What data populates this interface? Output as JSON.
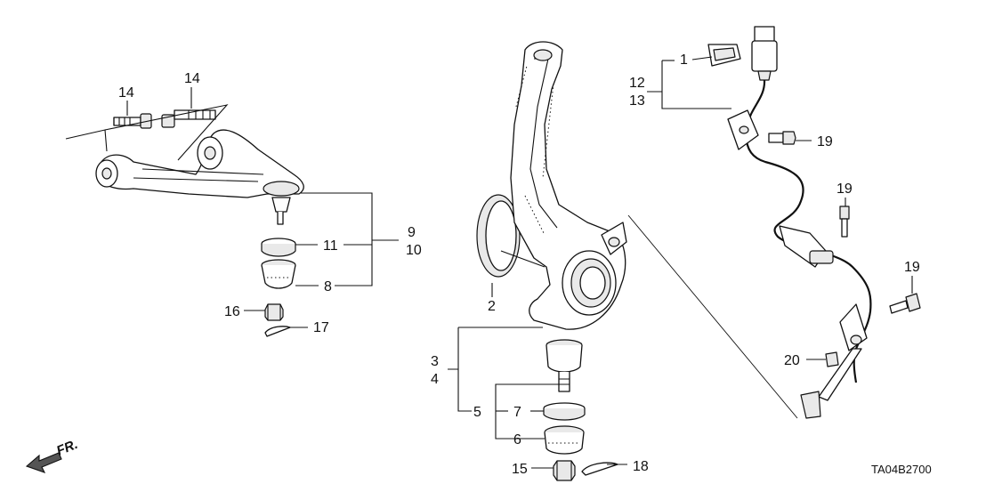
{
  "diagram_code": "TA04B2700",
  "front_label": "FR.",
  "callouts": {
    "c1": "1",
    "c2": "2",
    "c3": "3",
    "c4": "4",
    "c5": "5",
    "c6": "6",
    "c7": "7",
    "c8": "8",
    "c9": "9",
    "c10": "10",
    "c11": "11",
    "c12": "12",
    "c13": "13",
    "c14a": "14",
    "c14b": "14",
    "c15": "15",
    "c16": "16",
    "c17": "17",
    "c18": "18",
    "c19a": "19",
    "c19b": "19",
    "c19c": "19",
    "c20": "20"
  }
}
